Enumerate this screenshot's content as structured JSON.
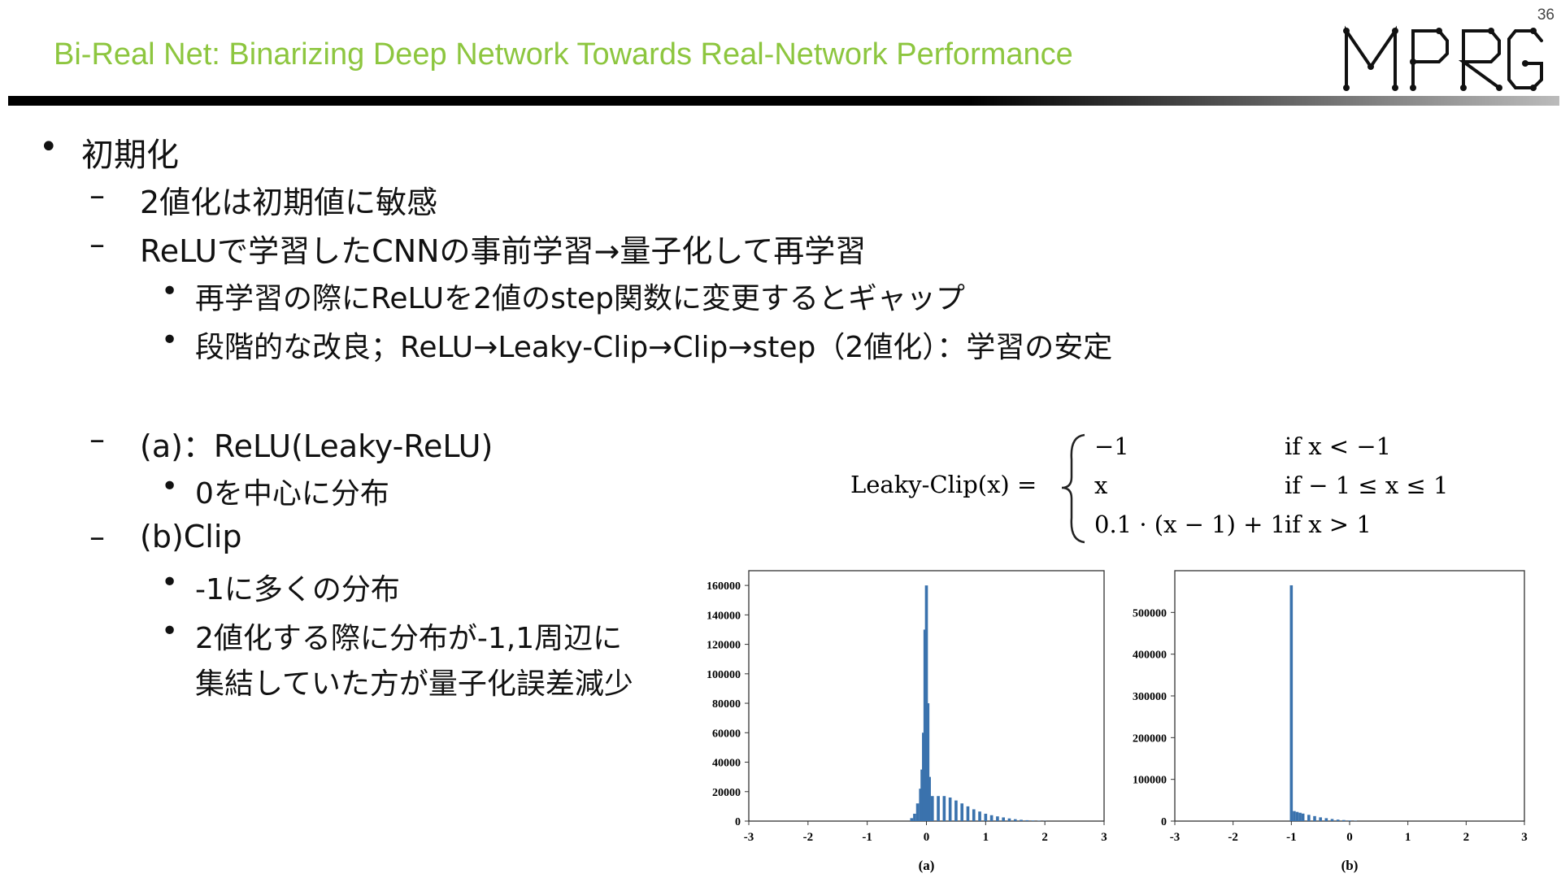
{
  "page_number": "36",
  "title": "Bi-Real Net: Binarizing Deep Network Towards Real-Network Performance",
  "logo_text": "MPRG",
  "bullets": {
    "b1": "初期化",
    "b1_1": "2値化は初期値に敏感",
    "b1_2": "ReLUで学習したCNNの事前学習→量子化して再学習",
    "b1_2_1": "再学習の際にReLUを2値のstep関数に変更するとギャップ",
    "b1_2_2": "段階的な改良；ReLU→Leaky-Clip→Clip→step（2値化）：学習の安定",
    "a_head": "(a)：ReLU(Leaky-ReLU)",
    "a_1": "0を中心に分布",
    "b_head": "(b)Clip",
    "b_1": "-1に多くの分布",
    "b_2_line1": "2値化する際に分布が-1,1周辺に",
    "b_2_line2": "集結していた方が量子化誤差減少"
  },
  "markers": {
    "bullet": "•",
    "dash": "–"
  },
  "formula": {
    "lhs": "Leaky-Clip(x) =",
    "cases": [
      {
        "value": "−1",
        "condition": "if x < −1"
      },
      {
        "value": "x",
        "condition": "if − 1 ≤ x ≤ 1"
      },
      {
        "value": "0.1 · (x − 1) + 1",
        "condition": "if x > 1"
      }
    ]
  },
  "chart_data": [
    {
      "type": "bar",
      "caption": "(a)",
      "color": "#3a72ad",
      "xlim": [
        -3,
        3
      ],
      "ylim": [
        0,
        170000
      ],
      "xticks": [
        "-3",
        "-2",
        "-1",
        "0",
        "1",
        "2",
        "3"
      ],
      "yticks": [
        "0",
        "20000",
        "40000",
        "60000",
        "80000",
        "100000",
        "120000",
        "140000",
        "160000"
      ],
      "x": [
        -0.25,
        -0.2,
        -0.15,
        -0.1,
        -0.075,
        -0.05,
        -0.025,
        0.0,
        0.025,
        0.05,
        0.1,
        0.2,
        0.3,
        0.4,
        0.5,
        0.6,
        0.7,
        0.8,
        0.9,
        1.0,
        1.1,
        1.2,
        1.3,
        1.4,
        1.5,
        1.6,
        1.7,
        1.8,
        1.9,
        2.0
      ],
      "values": [
        2000,
        5000,
        12000,
        22000,
        35000,
        60000,
        130000,
        160000,
        80000,
        30000,
        17000,
        17000,
        17000,
        16000,
        14000,
        12000,
        10000,
        8000,
        6500,
        5000,
        4000,
        3200,
        2500,
        1800,
        1300,
        900,
        600,
        400,
        250,
        150
      ]
    },
    {
      "type": "bar",
      "caption": "(b)",
      "color": "#3a72ad",
      "xlim": [
        -3,
        3
      ],
      "ylim": [
        0,
        600000
      ],
      "xticks": [
        "-3",
        "-2",
        "-1",
        "0",
        "1",
        "2",
        "3"
      ],
      "yticks": [
        "0",
        "100000",
        "200000",
        "300000",
        "400000",
        "500000"
      ],
      "x": [
        -1.0,
        -0.95,
        -0.9,
        -0.85,
        -0.8,
        -0.7,
        -0.6,
        -0.5,
        -0.4,
        -0.3,
        -0.2,
        -0.1,
        0.0,
        0.1
      ],
      "values": [
        565000,
        24000,
        22000,
        20000,
        18000,
        15000,
        12000,
        9000,
        7000,
        5000,
        3500,
        2500,
        1500,
        800
      ]
    }
  ]
}
